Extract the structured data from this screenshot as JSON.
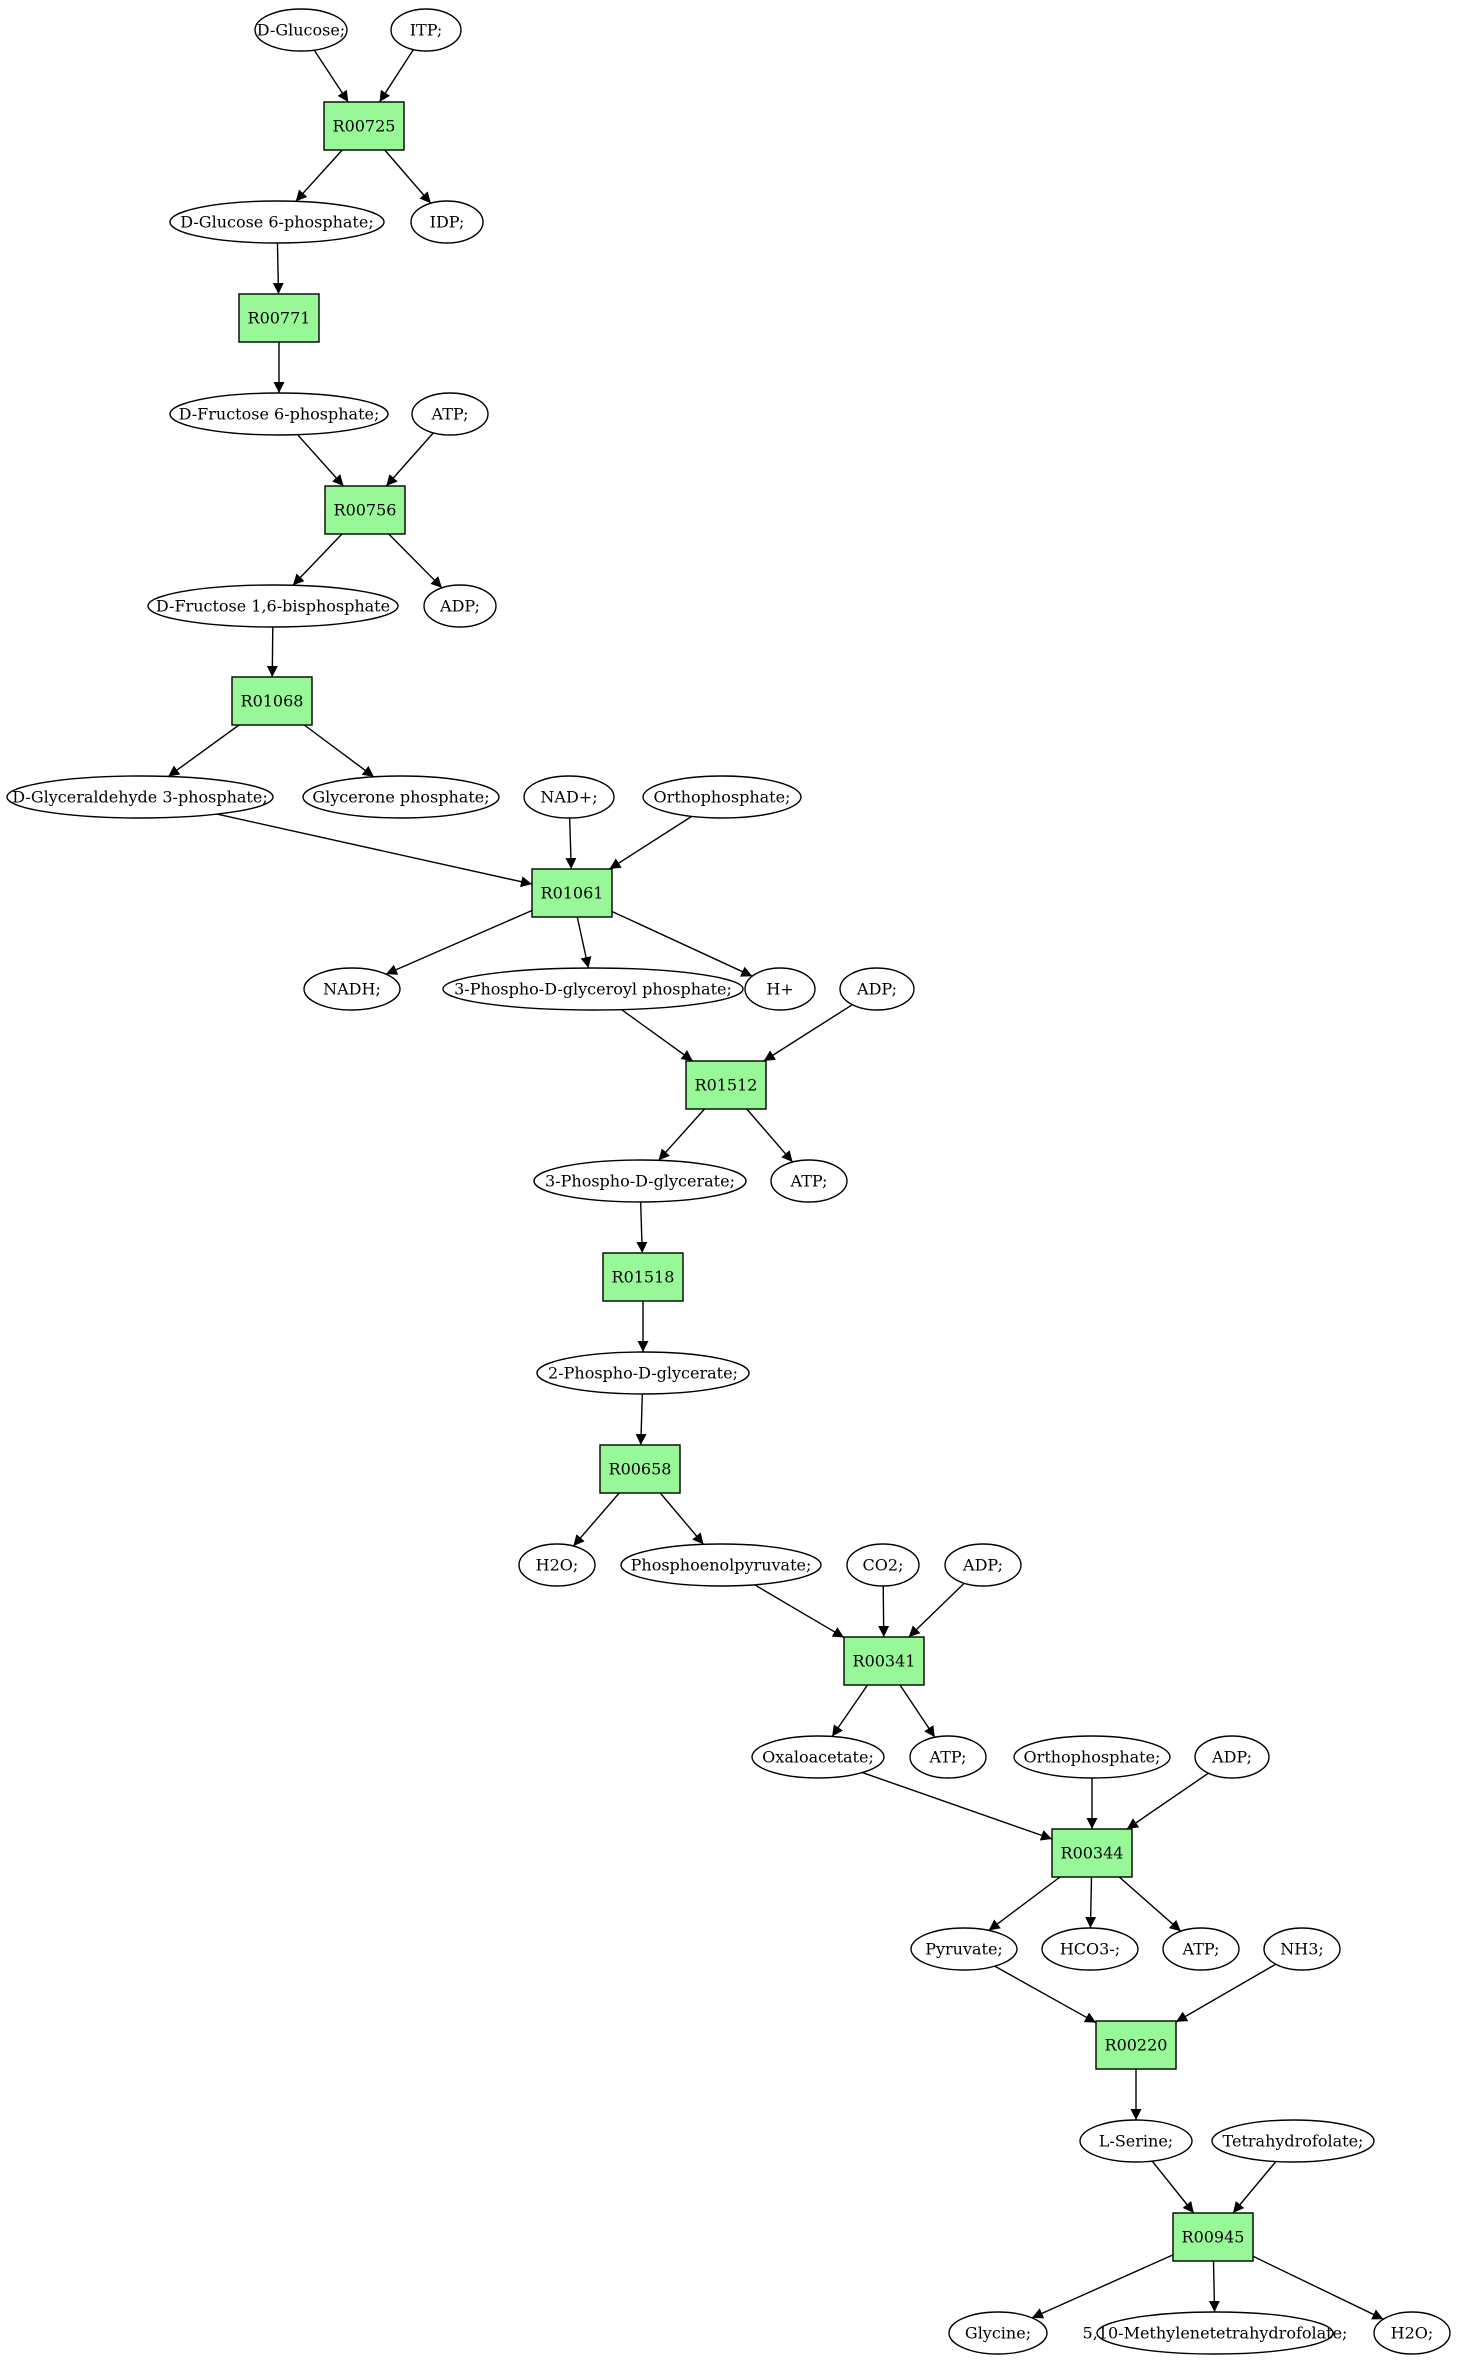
{
  "colors": {
    "reaction_fill": "#98f898",
    "start_fill": "#00ee00",
    "end_fill": "#ffff00",
    "metabolite_fill": "#ffffff",
    "stroke": "#000000"
  },
  "nodes": [
    {
      "id": "d_glucose",
      "label": "D-Glucose;",
      "type": "start"
    },
    {
      "id": "itp",
      "label": "ITP;",
      "type": "metabolite"
    },
    {
      "id": "r00725",
      "label": "R00725",
      "type": "reaction"
    },
    {
      "id": "g6p",
      "label": "D-Glucose 6-phosphate;",
      "type": "metabolite"
    },
    {
      "id": "idp",
      "label": "IDP;",
      "type": "metabolite"
    },
    {
      "id": "r00771",
      "label": "R00771",
      "type": "reaction"
    },
    {
      "id": "f6p",
      "label": "D-Fructose 6-phosphate;",
      "type": "metabolite"
    },
    {
      "id": "atp1",
      "label": "ATP;",
      "type": "metabolite"
    },
    {
      "id": "r00756",
      "label": "R00756",
      "type": "reaction"
    },
    {
      "id": "fbp",
      "label": "D-Fructose 1,6-bisphosphate",
      "type": "metabolite"
    },
    {
      "id": "adp1",
      "label": "ADP;",
      "type": "metabolite"
    },
    {
      "id": "r01068",
      "label": "R01068",
      "type": "reaction"
    },
    {
      "id": "g3p",
      "label": "D-Glyceraldehyde 3-phosphate;",
      "type": "metabolite"
    },
    {
      "id": "dhap",
      "label": "Glycerone phosphate;",
      "type": "metabolite"
    },
    {
      "id": "nad",
      "label": "NAD+;",
      "type": "metabolite"
    },
    {
      "id": "pi1",
      "label": "Orthophosphate;",
      "type": "metabolite"
    },
    {
      "id": "r01061",
      "label": "R01061",
      "type": "reaction"
    },
    {
      "id": "nadh",
      "label": "NADH;",
      "type": "metabolite"
    },
    {
      "id": "bpg",
      "label": "3-Phospho-D-glyceroyl phosphate;",
      "type": "metabolite"
    },
    {
      "id": "hplus",
      "label": "H+",
      "type": "metabolite"
    },
    {
      "id": "adp2",
      "label": "ADP;",
      "type": "metabolite"
    },
    {
      "id": "r01512",
      "label": "R01512",
      "type": "reaction"
    },
    {
      "id": "pg3",
      "label": "3-Phospho-D-glycerate;",
      "type": "metabolite"
    },
    {
      "id": "atp2",
      "label": "ATP;",
      "type": "metabolite"
    },
    {
      "id": "r01518",
      "label": "R01518",
      "type": "reaction"
    },
    {
      "id": "pg2",
      "label": "2-Phospho-D-glycerate;",
      "type": "metabolite"
    },
    {
      "id": "r00658",
      "label": "R00658",
      "type": "reaction"
    },
    {
      "id": "h2o1",
      "label": "H2O;",
      "type": "metabolite"
    },
    {
      "id": "pep",
      "label": "Phosphoenolpyruvate;",
      "type": "metabolite"
    },
    {
      "id": "co2",
      "label": "CO2;",
      "type": "metabolite"
    },
    {
      "id": "adp3",
      "label": "ADP;",
      "type": "metabolite"
    },
    {
      "id": "r00341",
      "label": "R00341",
      "type": "reaction"
    },
    {
      "id": "oaa",
      "label": "Oxaloacetate;",
      "type": "metabolite"
    },
    {
      "id": "atp3",
      "label": "ATP;",
      "type": "metabolite"
    },
    {
      "id": "pi2",
      "label": "Orthophosphate;",
      "type": "metabolite"
    },
    {
      "id": "adp4",
      "label": "ADP;",
      "type": "metabolite"
    },
    {
      "id": "r00344",
      "label": "R00344",
      "type": "reaction"
    },
    {
      "id": "pyr",
      "label": "Pyruvate;",
      "type": "metabolite"
    },
    {
      "id": "hco3",
      "label": "HCO3-;",
      "type": "metabolite"
    },
    {
      "id": "atp4",
      "label": "ATP;",
      "type": "metabolite"
    },
    {
      "id": "nh3",
      "label": "NH3;",
      "type": "metabolite"
    },
    {
      "id": "r00220",
      "label": "R00220",
      "type": "reaction"
    },
    {
      "id": "ser",
      "label": "L-Serine;",
      "type": "metabolite"
    },
    {
      "id": "thf",
      "label": "Tetrahydrofolate;",
      "type": "metabolite"
    },
    {
      "id": "r00945",
      "label": "R00945",
      "type": "reaction"
    },
    {
      "id": "gly",
      "label": "Glycine;",
      "type": "end"
    },
    {
      "id": "mthf",
      "label": "5,10-Methylenetetrahydrofolate;",
      "type": "metabolite"
    },
    {
      "id": "h2o2",
      "label": "H2O;",
      "type": "metabolite"
    }
  ],
  "edges": [
    [
      "d_glucose",
      "r00725"
    ],
    [
      "itp",
      "r00725"
    ],
    [
      "r00725",
      "g6p"
    ],
    [
      "r00725",
      "idp"
    ],
    [
      "g6p",
      "r00771"
    ],
    [
      "r00771",
      "f6p"
    ],
    [
      "f6p",
      "r00756"
    ],
    [
      "atp1",
      "r00756"
    ],
    [
      "r00756",
      "fbp"
    ],
    [
      "r00756",
      "adp1"
    ],
    [
      "fbp",
      "r01068"
    ],
    [
      "r01068",
      "g3p"
    ],
    [
      "r01068",
      "dhap"
    ],
    [
      "g3p",
      "r01061"
    ],
    [
      "nad",
      "r01061"
    ],
    [
      "pi1",
      "r01061"
    ],
    [
      "r01061",
      "nadh"
    ],
    [
      "r01061",
      "bpg"
    ],
    [
      "r01061",
      "hplus"
    ],
    [
      "bpg",
      "r01512"
    ],
    [
      "adp2",
      "r01512"
    ],
    [
      "r01512",
      "pg3"
    ],
    [
      "r01512",
      "atp2"
    ],
    [
      "pg3",
      "r01518"
    ],
    [
      "r01518",
      "pg2"
    ],
    [
      "pg2",
      "r00658"
    ],
    [
      "r00658",
      "h2o1"
    ],
    [
      "r00658",
      "pep"
    ],
    [
      "pep",
      "r00341"
    ],
    [
      "co2",
      "r00341"
    ],
    [
      "adp3",
      "r00341"
    ],
    [
      "r00341",
      "oaa"
    ],
    [
      "r00341",
      "atp3"
    ],
    [
      "oaa",
      "r00344"
    ],
    [
      "pi2",
      "r00344"
    ],
    [
      "adp4",
      "r00344"
    ],
    [
      "r00344",
      "pyr"
    ],
    [
      "r00344",
      "hco3"
    ],
    [
      "r00344",
      "atp4"
    ],
    [
      "pyr",
      "r00220"
    ],
    [
      "nh3",
      "r00220"
    ],
    [
      "r00220",
      "ser"
    ],
    [
      "ser",
      "r00945"
    ],
    [
      "thf",
      "r00945"
    ],
    [
      "r00945",
      "gly"
    ],
    [
      "r00945",
      "mthf"
    ],
    [
      "r00945",
      "h2o2"
    ]
  ]
}
